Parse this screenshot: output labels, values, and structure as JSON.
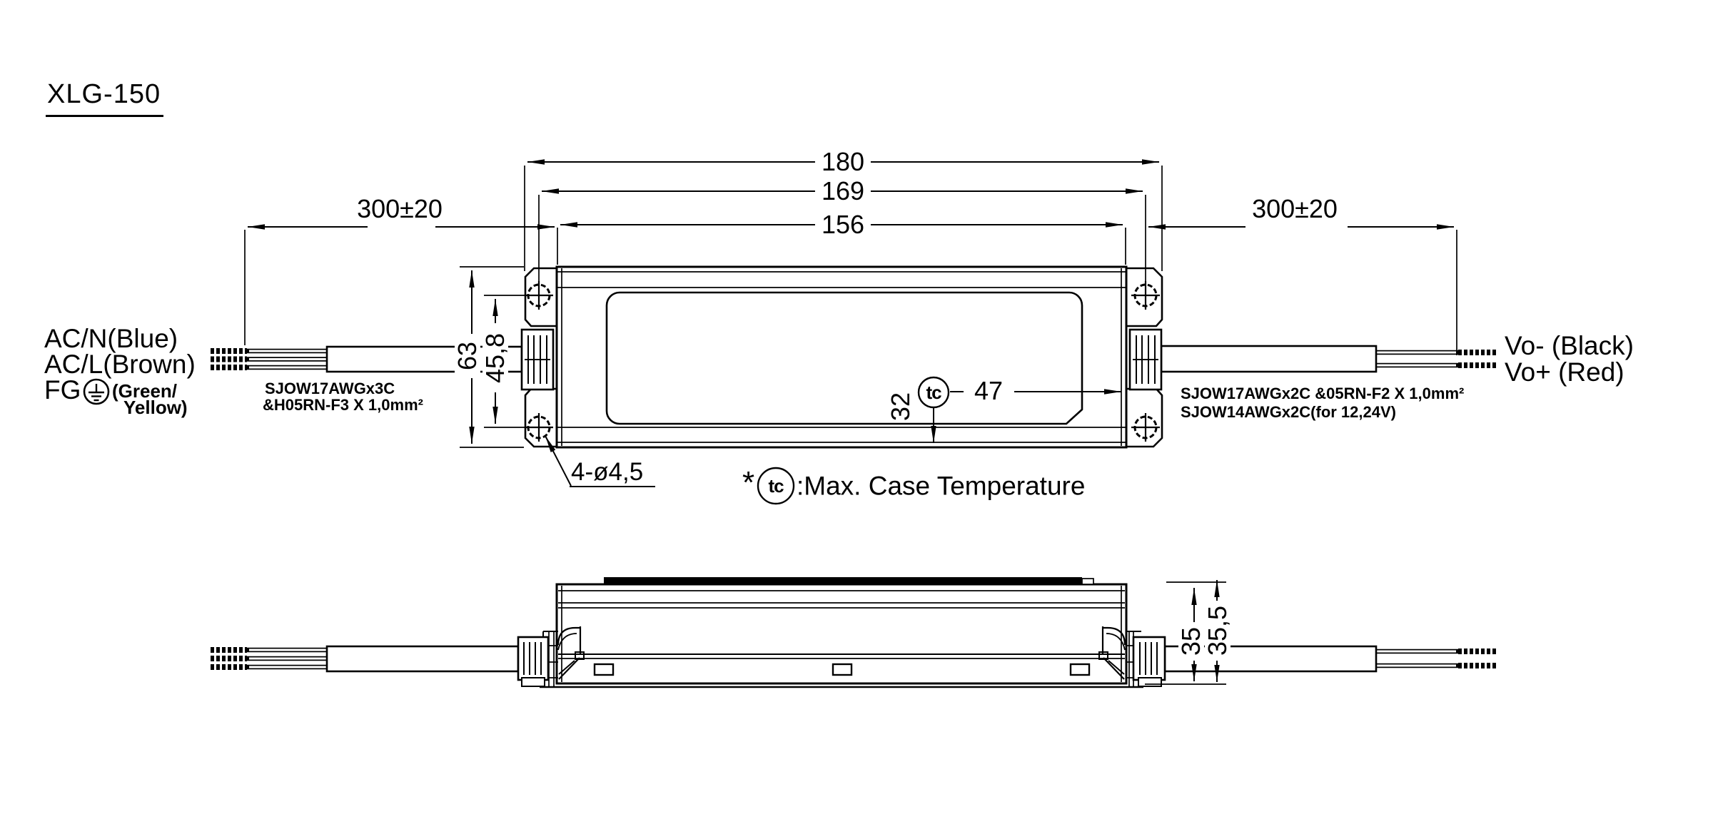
{
  "meta": {
    "title": "XLG-150"
  },
  "colors": {
    "ink": "#000000",
    "paper": "#ffffff"
  },
  "top_view": {
    "dim_length_overall": "180",
    "dim_mounting_pitch": "169",
    "dim_body_length": "156",
    "dim_input_cable_length": "300±20",
    "dim_output_cable_length": "300±20",
    "dim_height": "63",
    "dim_hole_spacing": "45,8",
    "dim_tc_from_right": "47",
    "dim_tc_from_bottom": "32",
    "mounting_holes_callout": "4-ø4,5",
    "tc_symbol": "tc"
  },
  "side_view": {
    "dim_case_height": "35",
    "dim_overall_height": "35,5"
  },
  "input_side": {
    "wire_label_1": "AC/N(Blue)",
    "wire_label_2": "AC/L(Brown)",
    "wire_label_3": "FG",
    "wire_label_3_color_line1": "(Green/",
    "wire_label_3_color_line2": "Yellow)",
    "cable_spec_line1": "SJOW17AWGx3C",
    "cable_spec_line2": "&H05RN-F3 X 1,0mm²"
  },
  "output_side": {
    "wire_label_1": "Vo- (Black)",
    "wire_label_2": "Vo+ (Red)",
    "cable_spec_line1": "SJOW17AWGx2C &05RN-F2  X 1,0mm²",
    "cable_spec_line2": "SJOW14AWGx2C(for 12,24V)"
  },
  "note": {
    "prefix": "*",
    "tc_symbol": "tc",
    "text": ":Max. Case Temperature"
  }
}
